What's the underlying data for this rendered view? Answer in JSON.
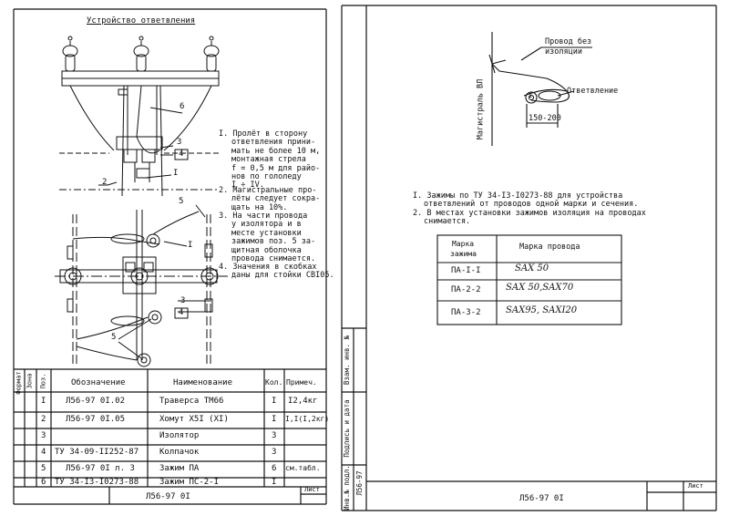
{
  "left_sheet": {
    "title": "Устройство ответвления",
    "notes": [
      [
        "I. Пролёт в сторону",
        "ответвления прини-",
        "мать не более 10 м,",
        "монтажная стрела",
        "f = 0,5 м для райо-",
        "нов по гололеду",
        "I ÷ IV."
      ],
      [
        "2. Магистральные про-",
        "лёты следует сокра-",
        "щать на 10%."
      ],
      [
        "3. На части провода",
        "у изолятора и в",
        "месте установки",
        "зажимов поз. 5 за-",
        "щитная оболочка",
        "провода снимается."
      ],
      [
        "4. Значения в скобках",
        "даны для стойки СВI05."
      ]
    ],
    "callouts": {
      "c6": "6",
      "c3a": "3",
      "c4a": "4",
      "c1a": "I",
      "c2": "2",
      "c5a": "5",
      "c1b": "I",
      "c3b": "3",
      "c4b": "4",
      "c5b": "5"
    },
    "side_labels": {
      "format": "Формат",
      "zone": "Зона",
      "pos": "Поз."
    },
    "spec": {
      "headers": {
        "designation": "Обозначение",
        "name": "Наименование",
        "qty": "Кол.",
        "note": "Примеч."
      },
      "rows": [
        {
          "pos": "I",
          "designation": "Л56-97  0I.02",
          "name": "Траверса ТМ66",
          "qty": "I",
          "note": "I2,4кг"
        },
        {
          "pos": "2",
          "designation": "Л56-97  0I.05",
          "name": "Хомут Х5I (XI)",
          "qty": "I",
          "note": "I,I(I,2кг)"
        },
        {
          "pos": "3",
          "designation": "",
          "name": "Изолятор",
          "qty": "3",
          "note": ""
        },
        {
          "pos": "4",
          "designation": "ТУ 34-09-II252-87",
          "name": "Колпачок",
          "qty": "3",
          "note": ""
        },
        {
          "pos": "5",
          "designation": "Л56-97 0I л. 3",
          "name": "Зажим ПА",
          "qty": "6",
          "note": "см.табл."
        },
        {
          "pos": "6",
          "designation": "ТУ 34-I3-I0273-88",
          "name": "Зажим ПС-2-I",
          "qty": "I",
          "note": ""
        }
      ]
    },
    "stamp_code": "Л56-97 0I",
    "sheet_label": "Лист"
  },
  "right_sheet": {
    "diagram_labels": {
      "wire_line1": "Провод без",
      "wire_line2": "изоляции",
      "main": "Магистраль ВЛ",
      "branch": "Ответвление",
      "dim": "150-200",
      "circle_num": "I"
    },
    "notes": [
      [
        "I. Зажимы по ТУ 34-I3-I0273-88 для устройства",
        "ответвлений от проводов одной марки и сечения."
      ],
      [
        "2. В местах установки зажимов изоляция на проводах",
        "снимается."
      ]
    ],
    "table": {
      "head_clamp": [
        "Марка",
        "зажима"
      ],
      "head_wire": "Марка провода",
      "rows": [
        {
          "clamp": "ПА-I-I",
          "wire": "SAX 50"
        },
        {
          "clamp": "ПА-2-2",
          "wire": "SAX 50,SAX70"
        },
        {
          "clamp": "ПА-3-2",
          "wire": "SAX95, SAXI20"
        }
      ]
    },
    "side_stamp": {
      "inv_podl": "Инв.№ подл.",
      "sign": "Подпись и дата",
      "vzam": "Взам. инв. №",
      "code": "Л56-97"
    },
    "stamp_code": "Л56-97 0I",
    "sheet_label": "Лист"
  }
}
